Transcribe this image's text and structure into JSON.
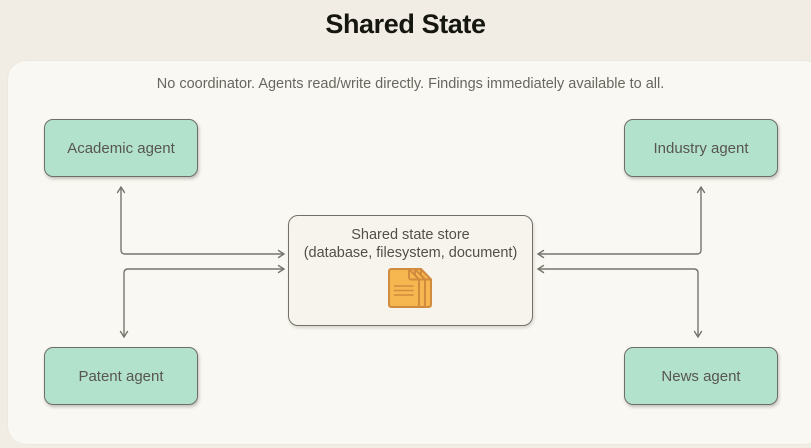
{
  "header": {
    "title": "Shared State"
  },
  "diagram": {
    "subtitle": "No coordinator. Agents read/write directly. Findings immediately available to all.",
    "agents": [
      {
        "id": "academic",
        "label": "Academic agent"
      },
      {
        "id": "industry",
        "label": "Industry agent"
      },
      {
        "id": "patent",
        "label": "Patent agent"
      },
      {
        "id": "news",
        "label": "News agent"
      }
    ],
    "store": {
      "title": "Shared state store",
      "subtitle": "(database, filesystem, document)",
      "icon": "documents-stack-icon"
    },
    "connections": [
      {
        "from": "academic",
        "to": "store",
        "bidirectional": true
      },
      {
        "from": "patent",
        "to": "store",
        "bidirectional": true
      },
      {
        "from": "industry",
        "to": "store",
        "bidirectional": true
      },
      {
        "from": "news",
        "to": "store",
        "bidirectional": true
      }
    ],
    "colors": {
      "page_background": "#f1ede5",
      "panel_background": "#faf8f2",
      "agent_fill": "#b3e2cc",
      "agent_border": "#6f6e66",
      "store_fill": "#f7f4ed",
      "store_border": "#71706a",
      "arrow": "#76756d",
      "icon_fill": "#f7b750",
      "icon_stroke": "#d18b3e",
      "title_text": "#161610",
      "body_text": "#57564f"
    }
  }
}
